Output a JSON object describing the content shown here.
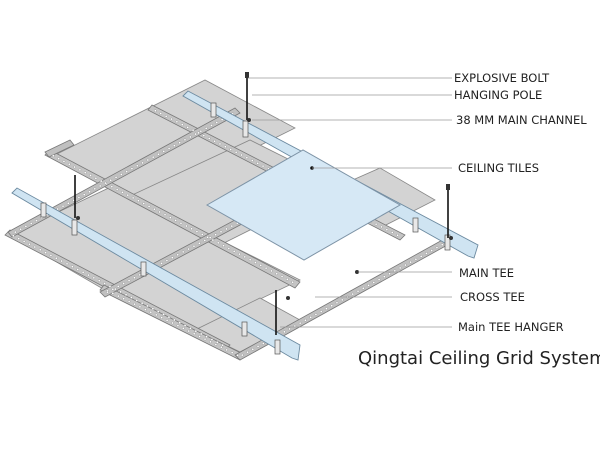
{
  "diagram": {
    "title": "Qingtai Ceiling Grid System",
    "labels": [
      {
        "id": "explosive-bolt",
        "text": "EXPLOSIVE BOLT"
      },
      {
        "id": "hanging-pole",
        "text": "HANGING POLE"
      },
      {
        "id": "main-channel",
        "text": "38 MM MAIN CHANNEL"
      },
      {
        "id": "ceiling-tiles",
        "text": "CEILING TILES"
      },
      {
        "id": "main-tee",
        "text": "MAIN TEE"
      },
      {
        "id": "cross-tee",
        "text": "CROSS TEE"
      },
      {
        "id": "main-tee-hanger",
        "text": "Main TEE HANGER"
      }
    ],
    "colors": {
      "tile_gray": "#d4d4d4",
      "tile_blue": "#d6e8f5",
      "rail": "#b8b8b8",
      "channel": "#cfe4f2",
      "leader": "#9a9a9a",
      "text": "#222222"
    }
  }
}
